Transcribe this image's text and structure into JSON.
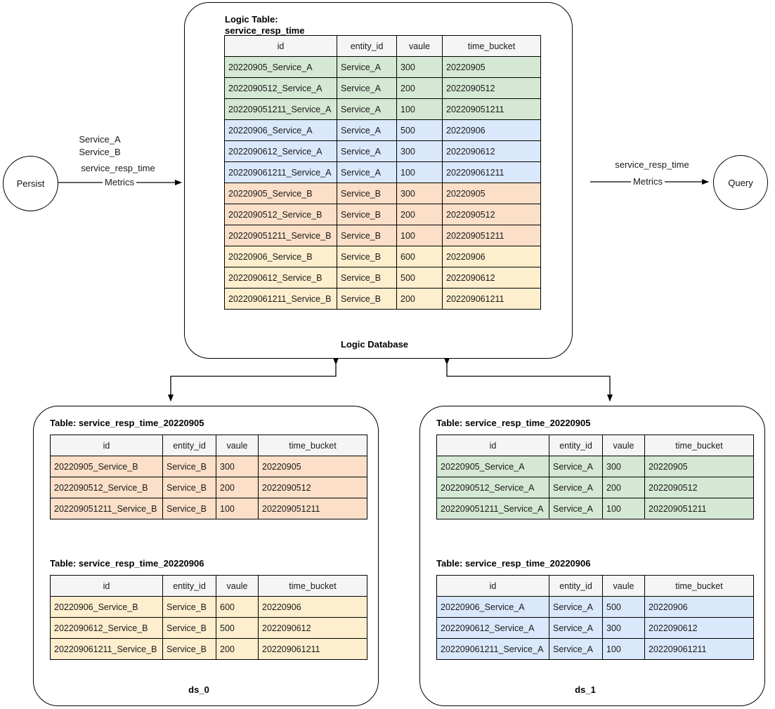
{
  "diagram": {
    "title_left_node": "Persist",
    "title_right_node": "Query",
    "left_edge": {
      "line1": "Service_A",
      "line2": "Service_B",
      "line3": "service_resp_time",
      "line4": "Metrics"
    },
    "right_edge": {
      "line1": "service_resp_time",
      "line2": "Metrics"
    },
    "logic_container": {
      "table_caption_line1": "Logic Table:",
      "table_caption_line2": "service_resp_time",
      "footer_label": "Logic Database"
    },
    "datasource_left_label": "ds_0",
    "datasource_right_label": "ds_1",
    "colors": {
      "green": "#d5e8d4",
      "blue": "#dae8fc",
      "orange": "#fbdfc8",
      "yellow": "#fdeecd",
      "header": "#f5f5f5",
      "border": "#000000"
    }
  },
  "columns": [
    "id",
    "entity_id",
    "vaule",
    "time_bucket"
  ],
  "logic_table": {
    "caption_line1": "Logic Table:",
    "caption_line2": "service_resp_time",
    "rows": [
      {
        "id": "20220905_Service_A",
        "entity_id": "Service_A",
        "vaule": "300",
        "time_bucket": "20220905",
        "tint": "green"
      },
      {
        "id": "2022090512_Service_A",
        "entity_id": "Service_A",
        "vaule": "200",
        "time_bucket": "2022090512",
        "tint": "green"
      },
      {
        "id": "202209051211_Service_A",
        "entity_id": "Service_A",
        "vaule": "100",
        "time_bucket": "202209051211",
        "tint": "green"
      },
      {
        "id": "20220906_Service_A",
        "entity_id": "Service_A",
        "vaule": "500",
        "time_bucket": "20220906",
        "tint": "blue"
      },
      {
        "id": "2022090612_Service_A",
        "entity_id": "Service_A",
        "vaule": "300",
        "time_bucket": "2022090612",
        "tint": "blue"
      },
      {
        "id": "202209061211_Service_A",
        "entity_id": "Service_A",
        "vaule": "100",
        "time_bucket": "202209061211",
        "tint": "blue"
      },
      {
        "id": "20220905_Service_B",
        "entity_id": "Service_B",
        "vaule": "300",
        "time_bucket": "20220905",
        "tint": "orange"
      },
      {
        "id": "2022090512_Service_B",
        "entity_id": "Service_B",
        "vaule": "200",
        "time_bucket": "2022090512",
        "tint": "orange"
      },
      {
        "id": "202209051211_Service_B",
        "entity_id": "Service_B",
        "vaule": "100",
        "time_bucket": "202209051211",
        "tint": "orange"
      },
      {
        "id": "20220906_Service_B",
        "entity_id": "Service_B",
        "vaule": "600",
        "time_bucket": "20220906",
        "tint": "yellow"
      },
      {
        "id": "2022090612_Service_B",
        "entity_id": "Service_B",
        "vaule": "500",
        "time_bucket": "2022090612",
        "tint": "yellow"
      },
      {
        "id": "202209061211_Service_B",
        "entity_id": "Service_B",
        "vaule": "200",
        "time_bucket": "202209061211",
        "tint": "yellow"
      }
    ]
  },
  "ds_0": {
    "label": "ds_0",
    "tables": [
      {
        "caption": "Table: service_resp_time_20220905",
        "tint": "orange",
        "rows": [
          {
            "id": "20220905_Service_B",
            "entity_id": "Service_B",
            "vaule": "300",
            "time_bucket": "20220905"
          },
          {
            "id": "2022090512_Service_B",
            "entity_id": "Service_B",
            "vaule": "200",
            "time_bucket": "2022090512"
          },
          {
            "id": "202209051211_Service_B",
            "entity_id": "Service_B",
            "vaule": "100",
            "time_bucket": "202209051211"
          }
        ]
      },
      {
        "caption": "Table: service_resp_time_20220906",
        "tint": "yellow",
        "rows": [
          {
            "id": "20220906_Service_B",
            "entity_id": "Service_B",
            "vaule": "600",
            "time_bucket": "20220906"
          },
          {
            "id": "2022090612_Service_B",
            "entity_id": "Service_B",
            "vaule": "500",
            "time_bucket": "2022090612"
          },
          {
            "id": "202209061211_Service_B",
            "entity_id": "Service_B",
            "vaule": "200",
            "time_bucket": "202209061211"
          }
        ]
      }
    ]
  },
  "ds_1": {
    "label": "ds_1",
    "tables": [
      {
        "caption": "Table: service_resp_time_20220905",
        "tint": "green",
        "rows": [
          {
            "id": "20220905_Service_A",
            "entity_id": "Service_A",
            "vaule": "300",
            "time_bucket": "20220905"
          },
          {
            "id": "2022090512_Service_A",
            "entity_id": "Service_A",
            "vaule": "200",
            "time_bucket": "2022090512"
          },
          {
            "id": "202209051211_Service_A",
            "entity_id": "Service_A",
            "vaule": "100",
            "time_bucket": "202209051211"
          }
        ]
      },
      {
        "caption": "Table: service_resp_time_20220906",
        "tint": "blue",
        "rows": [
          {
            "id": "20220906_Service_A",
            "entity_id": "Service_A",
            "vaule": "500",
            "time_bucket": "20220906"
          },
          {
            "id": "2022090612_Service_A",
            "entity_id": "Service_A",
            "vaule": "300",
            "time_bucket": "2022090612"
          },
          {
            "id": "202209061211_Service_A",
            "entity_id": "Service_A",
            "vaule": "100",
            "time_bucket": "202209061211"
          }
        ]
      }
    ]
  }
}
